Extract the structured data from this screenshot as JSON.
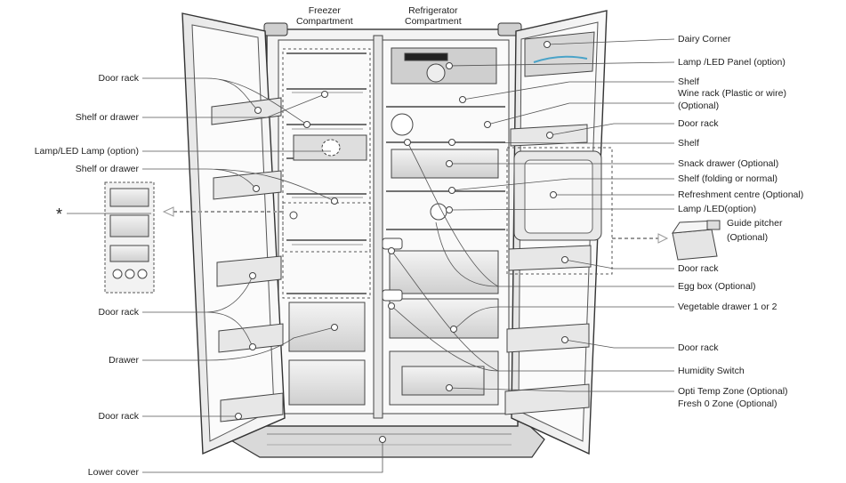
{
  "header": {
    "freezer_line1": "Freezer",
    "freezer_line2": "Compartment",
    "fridge_line1": "Refrigerator",
    "fridge_line2": "Compartment"
  },
  "left_labels": {
    "door_rack_1": "Door rack",
    "shelf_or_drawer_1": "Shelf or drawer",
    "lamp_led_lamp": "Lamp/LED Lamp (option)",
    "shelf_or_drawer_2": "Shelf or drawer",
    "asterisk": "*",
    "door_rack_2": "Door rack",
    "drawer": "Drawer",
    "door_rack_3": "Door rack",
    "lower_cover": "Lower cover"
  },
  "right_labels": {
    "dairy_corner": "Dairy Corner",
    "lamp_led_panel": "Lamp /LED Panel (option)",
    "shelf_1": "Shelf",
    "wine_rack_line1": "Wine rack (Plastic or wire)",
    "wine_rack_line2": "(Optional)",
    "door_rack_1": "Door rack",
    "shelf_2": "Shelf",
    "snack_drawer": "Snack drawer (Optional)",
    "shelf_folding": "Shelf (folding or normal)",
    "refreshment_centre": "Refreshment centre (Optional)",
    "lamp_led_option": "Lamp /LED(option)",
    "guide_pitcher_line1": "Guide pitcher",
    "guide_pitcher_line2": "(Optional)",
    "door_rack_2": "Door rack",
    "egg_box": "Egg box  (Optional)",
    "vegetable_drawer": "Vegetable drawer 1 or 2",
    "door_rack_3": "Door rack",
    "humidity_switch": "Humidity Switch",
    "opti_temp_line1": "Opti Temp Zone (Optional)",
    "opti_temp_line2": "Fresh 0 Zone (Optional)"
  }
}
